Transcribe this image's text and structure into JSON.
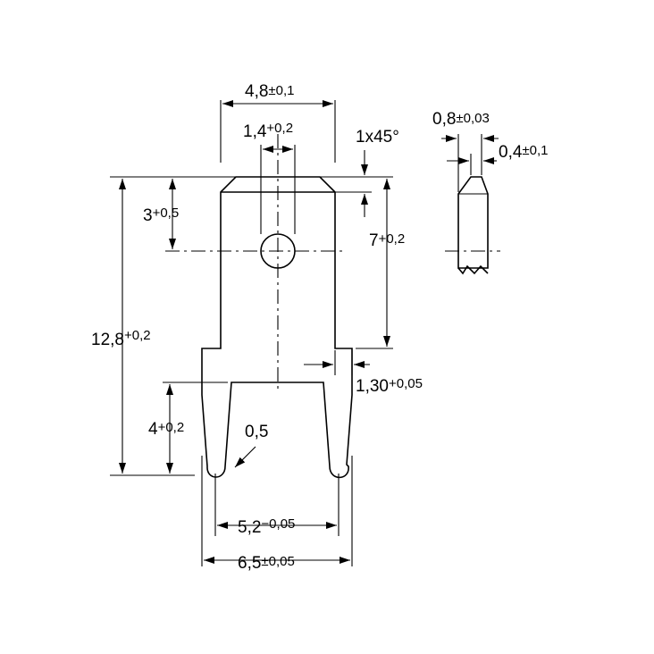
{
  "labels": {
    "width_main": {
      "base": "4,8",
      "tol": "±0,1"
    },
    "hole": {
      "base": "1,4",
      "tol": "+0,2"
    },
    "chamfer": "1x45°",
    "top_to_hole": {
      "base": "3",
      "tol": "+0,5"
    },
    "top_to_shoulder": {
      "base": "7",
      "tol": "+0,2"
    },
    "total_height": {
      "base": "12,8",
      "tol": "+0,2"
    },
    "shoulder": {
      "base": "1,30",
      "tol": "+0,05"
    },
    "slot_depth": {
      "base": "4",
      "tol": "+0,2"
    },
    "radius": "0,5",
    "inner_width": {
      "base": "5,2",
      "tol": "−0,05"
    },
    "outer_width": {
      "base": "6,5",
      "tol": "±0,05"
    },
    "thickness": {
      "base": "0,8",
      "tol": "±0,03"
    },
    "tip": {
      "base": "0,4",
      "tol": "±0,1"
    }
  }
}
